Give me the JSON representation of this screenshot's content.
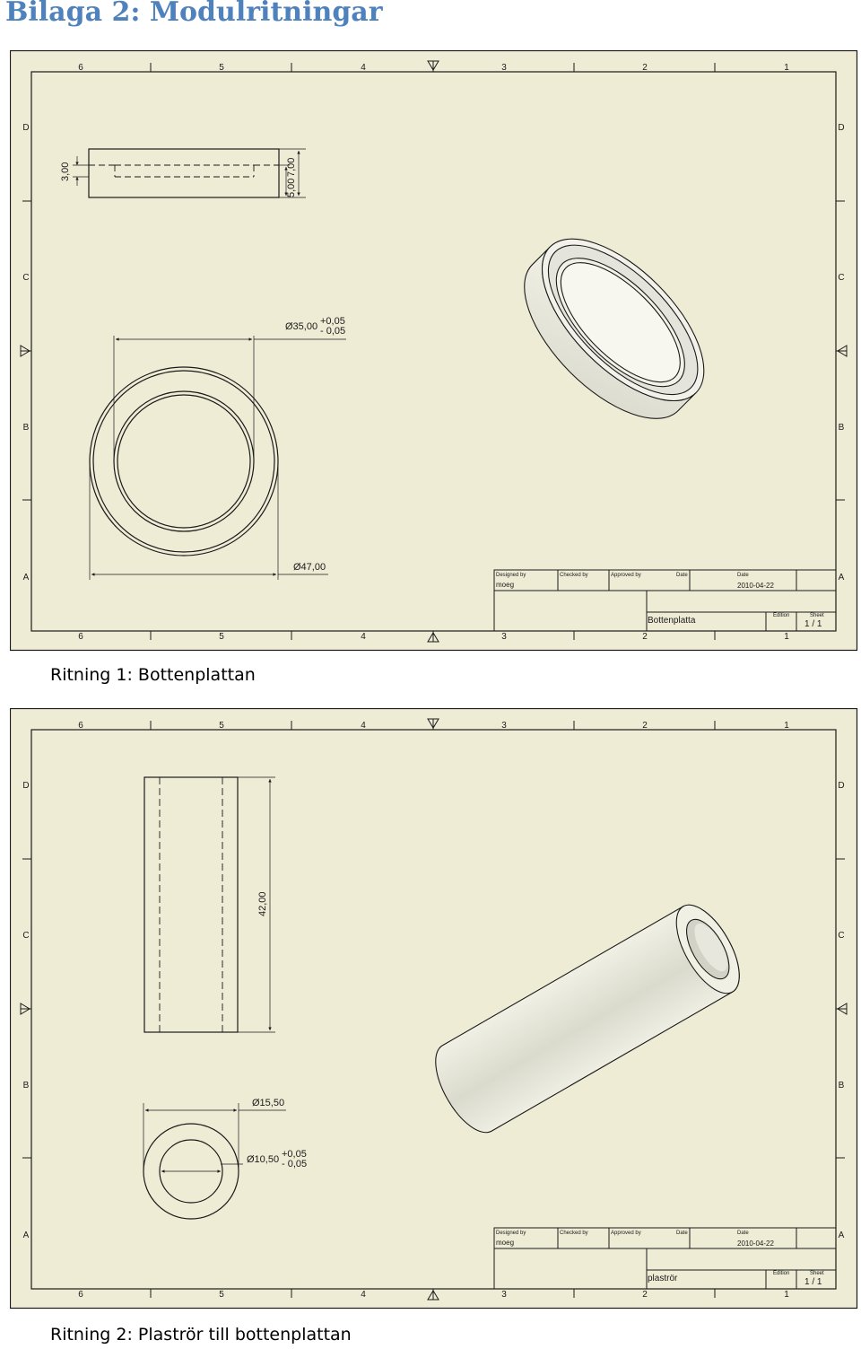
{
  "page_title": "Bilaga 2: Modulritningar",
  "colors": {
    "title": "#4f81bd",
    "sheet_paper": "#efecd6",
    "line": "#1a1a1a",
    "solid_fill": "#eae7d2"
  },
  "drawings": [
    {
      "caption": "Ritning 1: Bottenplattan",
      "zones_columns": [
        "6",
        "5",
        "4",
        "3",
        "2",
        "1"
      ],
      "zones_rows": [
        "D",
        "C",
        "B",
        "A"
      ],
      "dimensions": {
        "d1": "3,00",
        "d2": "7,00",
        "d3": "5,00",
        "d4": "Ø35,00",
        "tol_plus": "+0,05",
        "tol_minus": "- 0,05",
        "d5": "Ø47,00"
      },
      "title_block": {
        "designed_by_label": "Designed by",
        "checked_by_label": "Checked by",
        "approved_by_label": "Approved by",
        "date_label_1": "Date",
        "date_label_2": "Date",
        "designer": "moeg",
        "date": "2010-04-22",
        "part_name": "Bottenplatta",
        "edition_label": "Edition",
        "sheet_label": "Sheet",
        "sheet": "1 / 1"
      }
    },
    {
      "caption": "Ritning 2: Plaströr till bottenplattan",
      "zones_columns": [
        "6",
        "5",
        "4",
        "3",
        "2",
        "1"
      ],
      "zones_rows": [
        "D",
        "C",
        "B",
        "A"
      ],
      "dimensions": {
        "d1": "42,00",
        "d2": "Ø15,50",
        "d3": "Ø10,50",
        "tol_plus": "+0,05",
        "tol_minus": "- 0,05"
      },
      "title_block": {
        "designed_by_label": "Designed by",
        "checked_by_label": "Checked by",
        "approved_by_label": "Approved by",
        "date_label_1": "Date",
        "date_label_2": "Date",
        "designer": "moeg",
        "date": "2010-04-22",
        "part_name": "plaströr",
        "edition_label": "Edition",
        "sheet_label": "Sheet",
        "sheet": "1 / 1"
      }
    }
  ]
}
